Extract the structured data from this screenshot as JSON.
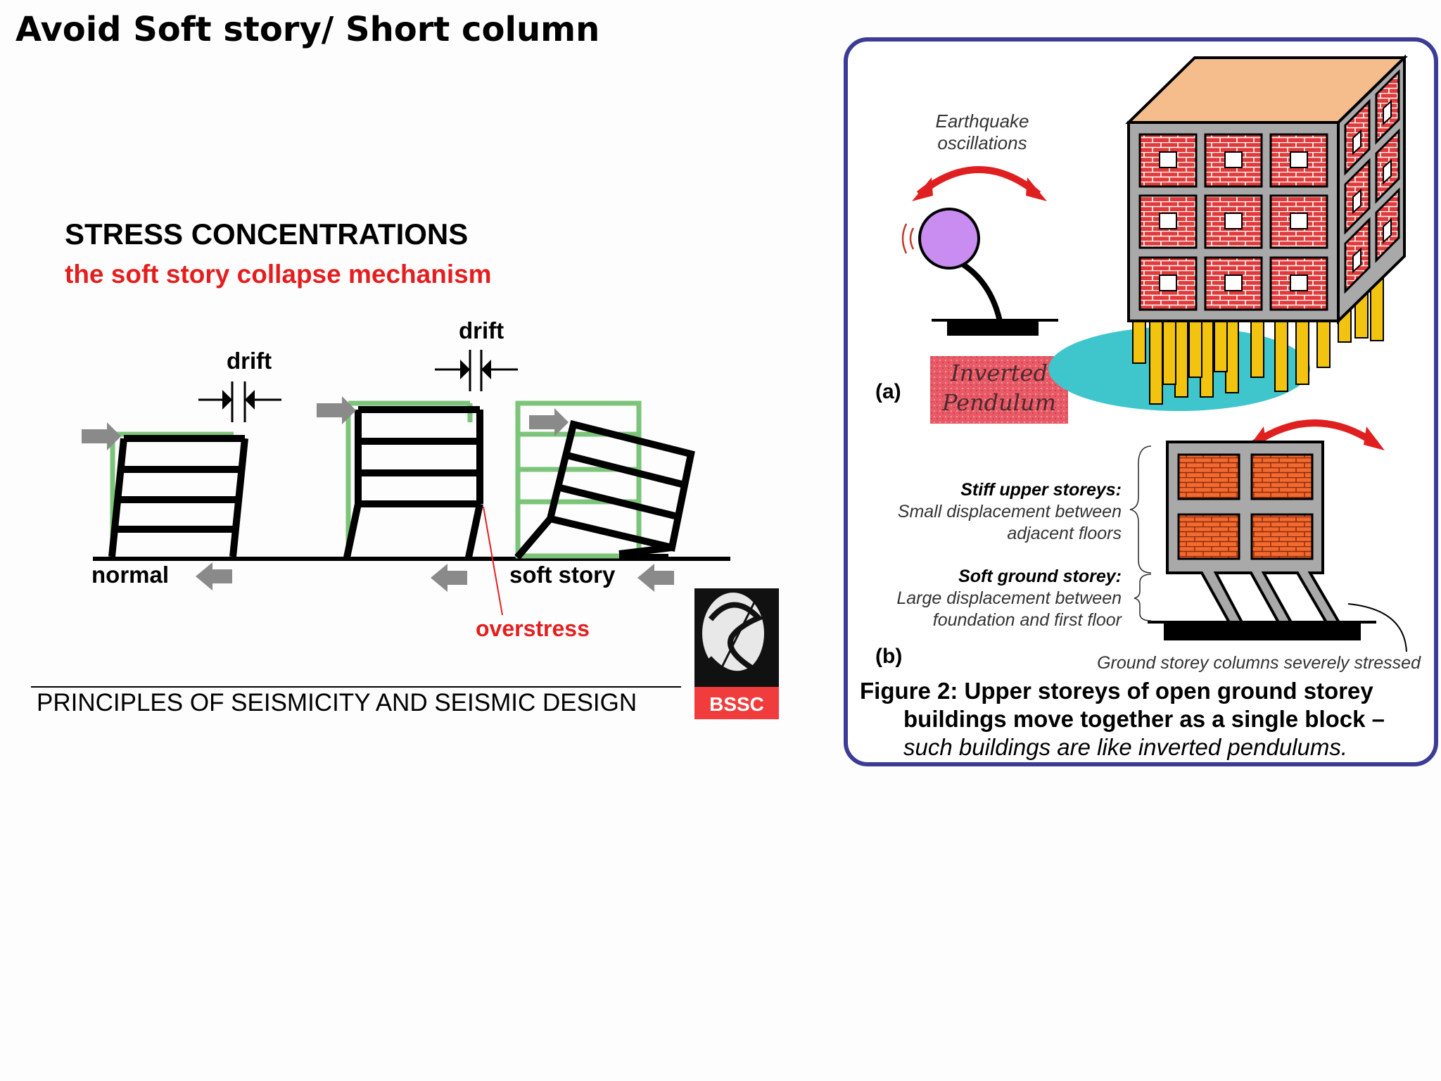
{
  "slide": {
    "title": "Avoid Soft story/ Short column"
  },
  "left_figure": {
    "heading": "STRESS CONCENTRATIONS",
    "subheading": "the soft story collapse mechanism",
    "drift_label_1": "drift",
    "drift_label_2": "drift",
    "normal_label": "normal",
    "soft_story_label": "soft story",
    "overstress_label": "overstress",
    "footer": "PRINCIPLES OF SEISMICITY AND SEISMIC DESIGN",
    "logo_text": "BSSC",
    "colors": {
      "heading": "#000000",
      "subheading": "#e41e1e",
      "original_frame": "#7cc47a",
      "deformed_frame": "#000000",
      "force_arrow": "#8a8a8a",
      "logo_bg": "#f03c3c"
    }
  },
  "right_figure": {
    "earthquake_label_1": "Earthquake",
    "earthquake_label_2": "oscillations",
    "pendulum_line_1": "Inverted",
    "pendulum_line_2": "Pendulum",
    "label_a": "(a)",
    "label_b": "(b)",
    "stiff_title": "Stiff upper storeys:",
    "stiff_desc_1": "Small displacement between",
    "stiff_desc_2": "adjacent floors",
    "soft_title": "Soft  ground storey:",
    "soft_desc_1": "Large displacement between",
    "soft_desc_2": "foundation and first floor",
    "columns_note": "Ground storey columns severely stressed",
    "caption_line_1": "Figure 2: Upper storeys of open ground storey",
    "caption_line_2": "buildings move together as a single block –",
    "caption_line_3": "such buildings are like inverted pendulums.",
    "colors": {
      "border": "#3c3c96",
      "arrow": "#e02020",
      "ball": "#c98cf0",
      "brick": "#e03a3a",
      "roof": "#f5bd8c",
      "frame": "#a9a9a9",
      "columns": "#f2c40f",
      "ground": "#3ec6cc",
      "brick_panel": "#f26a2e"
    }
  }
}
